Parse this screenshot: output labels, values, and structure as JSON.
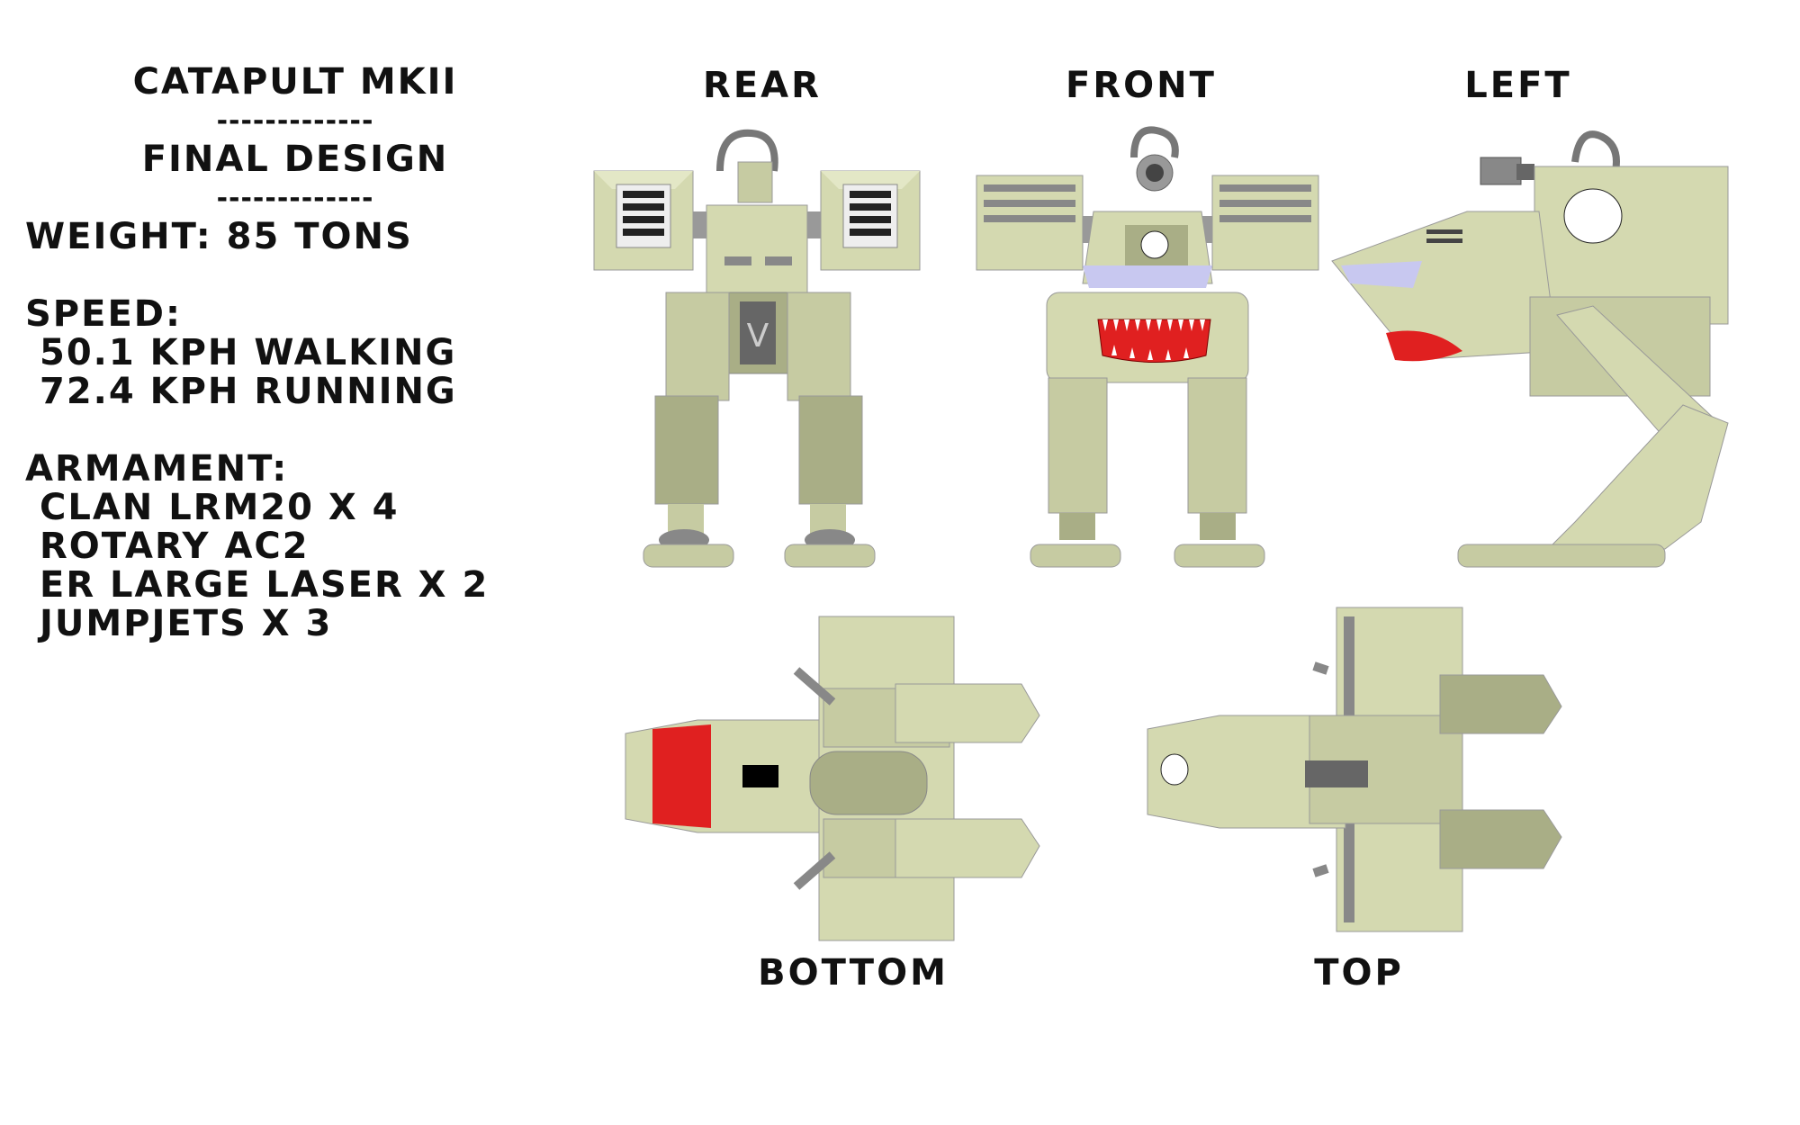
{
  "spec": {
    "name": "Catapult MkII",
    "separator": "-------------",
    "subtitle": "Final Design",
    "weight": "Weight: 85 Tons",
    "speed_heading": "Speed:",
    "speed_walk": "50.1 kph walking",
    "speed_run": "72.4 kph running",
    "armament_heading": "Armament:",
    "armament": [
      "Clan LRM20 x 4",
      "Rotary AC2",
      "ER Large Laser x 2",
      "Jumpjets x 3"
    ]
  },
  "views": {
    "rear": "Rear",
    "front": "Front",
    "left": "Left",
    "bottom": "Bottom",
    "top": "Top"
  },
  "colors": {
    "hull": "#d4d9b0",
    "hull_dark": "#a9ae86",
    "hull_shadow": "#8c9070",
    "metal": "#9a9a9a",
    "jaw_red": "#e02020",
    "visor": "#c8c8f0"
  }
}
